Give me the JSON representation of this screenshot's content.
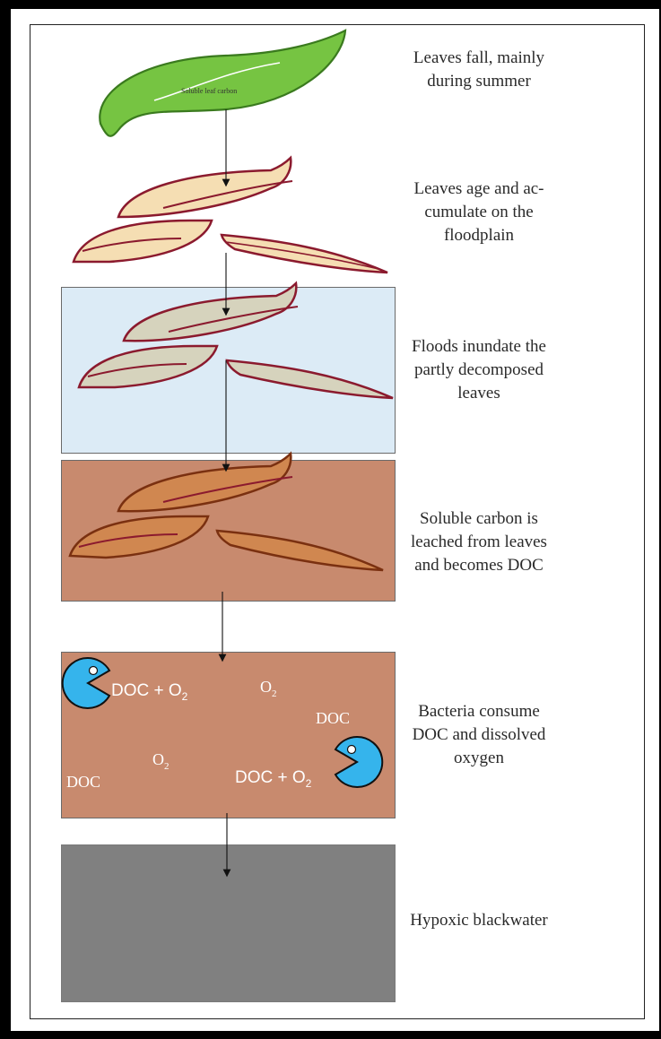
{
  "colors": {
    "leaf_green": "#76c442",
    "leaf_outline": "#8b1a2e",
    "leaf_tan": "#f5deb3",
    "leaf_grey": "#d6d3bd",
    "leaf_brown": "#d08750",
    "flood_water": "#dcebf6",
    "leach_water": "#c88a6e",
    "bacteria_water": "#c88a6e",
    "blackwater": "#808080",
    "bacteria": "#35b4ec"
  },
  "leaf_label": "Soluble leaf carbon",
  "stages": [
    {
      "label": "Leaves fall, mainly\nduring summer"
    },
    {
      "label": "Leaves age and ac-\ncumulate on the\nfloodplain"
    },
    {
      "label": "Floods inundate the\npartly decomposed\nleaves"
    },
    {
      "label": "Soluble carbon is\nleached from leaves\nand becomes DOC"
    },
    {
      "label": "Bacteria consume\nDOC and dissolved\noxygen"
    },
    {
      "label": "Hypoxic blackwater"
    }
  ],
  "bacteria_panel": {
    "doc_o2_label": "DOC + O",
    "doc_label": "DOC",
    "o2_label": "O",
    "subscript": "2"
  },
  "icons": [
    "leaf-icon",
    "bacterium-icon",
    "arrow-down-icon"
  ]
}
